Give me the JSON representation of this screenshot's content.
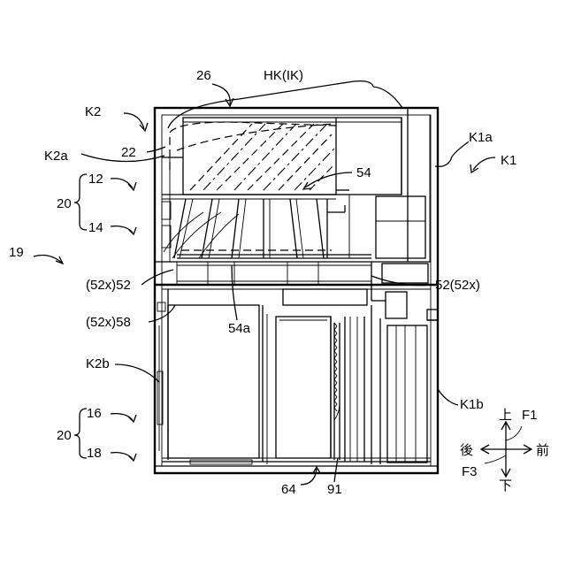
{
  "labels": {
    "l26": "26",
    "hk": "HK(IK)",
    "k2": "K2",
    "k2a": "K2a",
    "l22": "22",
    "l12": "12",
    "l20a": "20",
    "l14": "14",
    "l19": "19",
    "l52x52": "(52x)52",
    "l52x58": "(52x)58",
    "k2b": "K2b",
    "l16": "16",
    "l20b": "20",
    "l18": "18",
    "l64": "64",
    "l91": "91",
    "l54": "54",
    "l54a": "54a",
    "k1a": "K1a",
    "k1": "K1",
    "l52_52x": "52(52x)",
    "k1b": "K1b"
  },
  "orientation": {
    "up": "上",
    "down": "下",
    "front": "前",
    "back": "後",
    "f1": "F1",
    "f3": "F3"
  }
}
